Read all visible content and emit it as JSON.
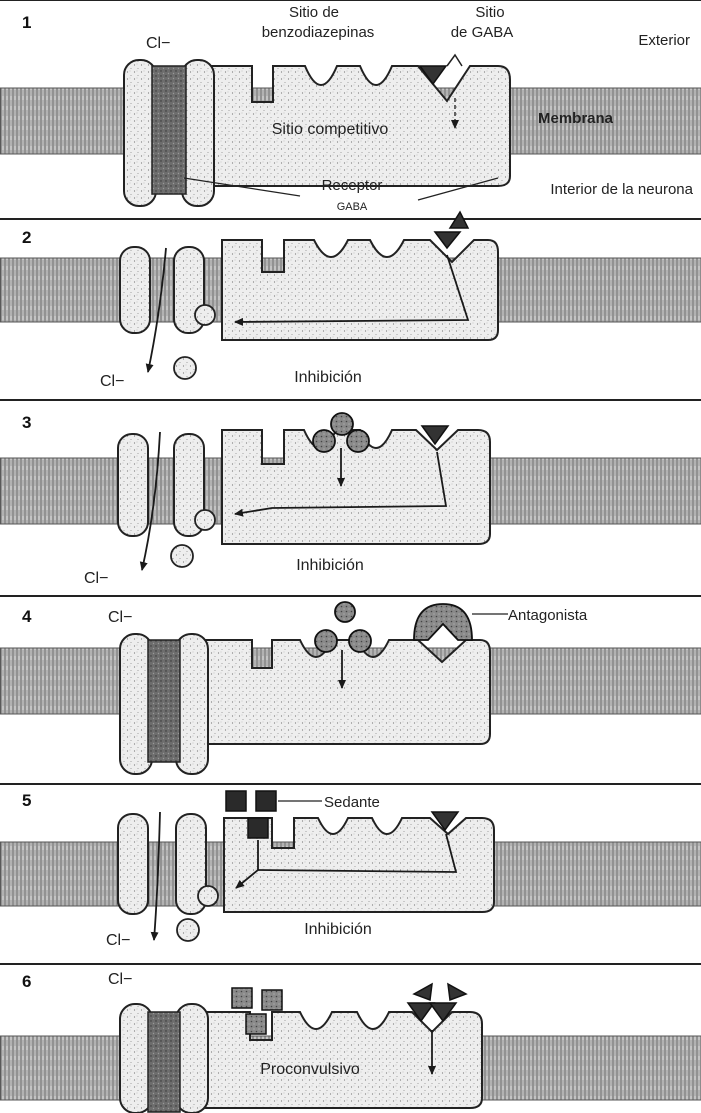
{
  "panels": [
    {
      "number": "1",
      "channel_open": false,
      "chloride_label": "Cl−",
      "benzo_site_label_1": "Sitio de",
      "benzo_site_label_2": "benzodiazepinas",
      "gaba_site_label_1": "Sitio",
      "gaba_site_label_2": "de GABA",
      "exterior_label": "Exterior",
      "membrane_label": "Membrana",
      "center_label": "Sitio competitivo",
      "receptor_label_1": "Receptor",
      "receptor_label_2": "GABA",
      "interior_label": "Interior de la neurona"
    },
    {
      "number": "2",
      "channel_open": true,
      "chloride_label": "Cl−",
      "effect_label": "Inhibición"
    },
    {
      "number": "3",
      "channel_open": true,
      "chloride_label": "Cl−",
      "effect_label": "Inhibición"
    },
    {
      "number": "4",
      "channel_open": false,
      "chloride_label": "Cl−",
      "antagonist_label": "Antagonista"
    },
    {
      "number": "5",
      "channel_open": true,
      "chloride_label": "Cl−",
      "sedative_label": "Sedante",
      "effect_label": "Inhibición"
    },
    {
      "number": "6",
      "channel_open": false,
      "chloride_label": "Cl−",
      "center_label": "Proconvulsivo"
    }
  ],
  "colors": {
    "ink": "#1a1a1a",
    "receptor_fill": "#ececec",
    "membrane_fill": "#b8b8b8",
    "pore_fill": "#7a7a7a",
    "ligand_fill": "#3a3a3a",
    "paper": "#ffffff"
  }
}
